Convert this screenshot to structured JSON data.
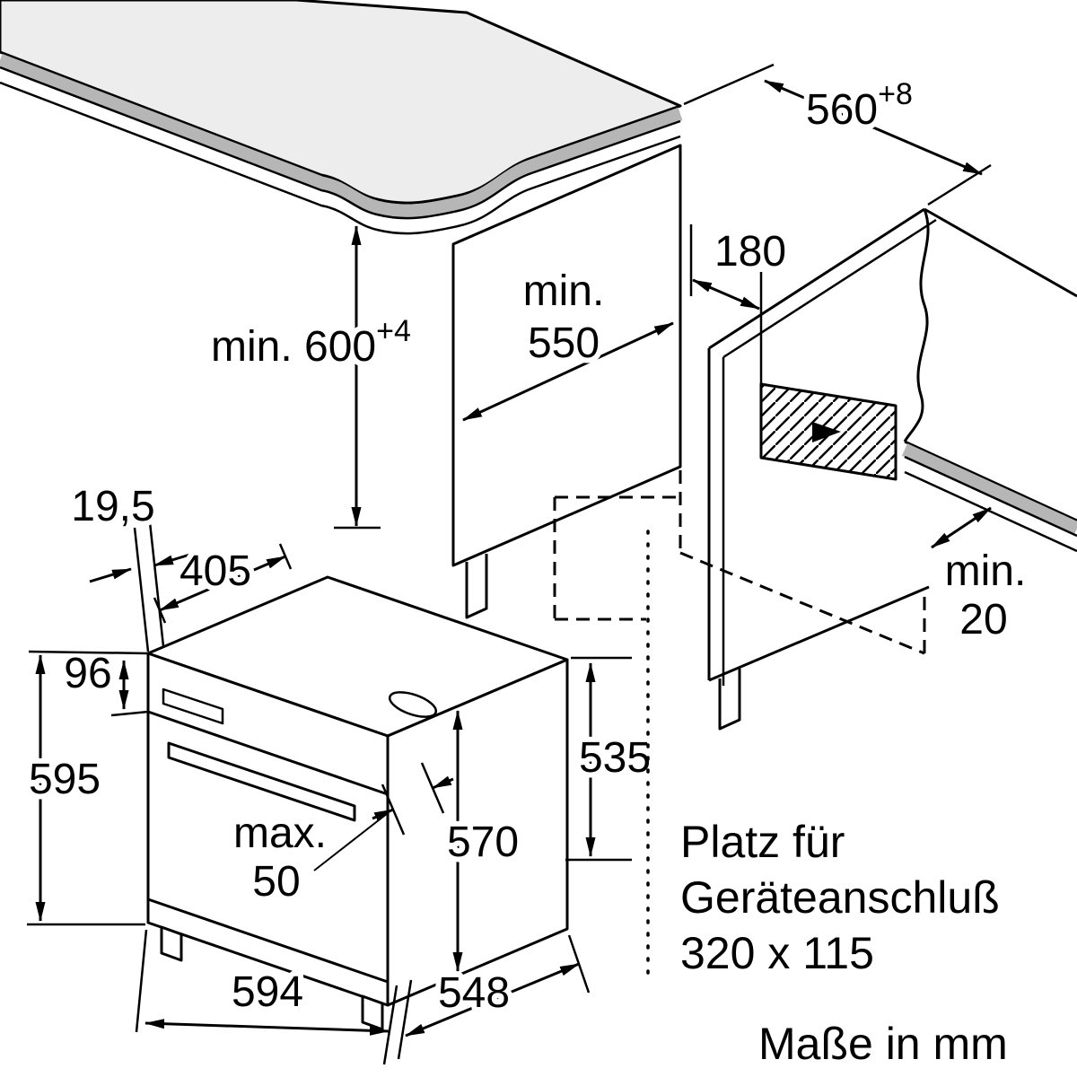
{
  "diagram": {
    "dimensions": {
      "niche_width": {
        "value": "560",
        "tolerance": "+8"
      },
      "connection_offset": "180",
      "niche_depth": {
        "prefix": "min.",
        "value": "550"
      },
      "niche_height": {
        "text": "min. 600",
        "tolerance": "+4"
      },
      "frame_offset": "19,5",
      "top_depth": "405",
      "panel_height": "96",
      "oven_height": "595",
      "handle_protrusion": {
        "line1": "max.",
        "line2": "50"
      },
      "door_height": "570",
      "rear_height": "535",
      "oven_width": "594",
      "oven_depth": "548",
      "rear_gap": {
        "line1": "min.",
        "line2": "20"
      }
    },
    "connection_note": {
      "line1": "Platz für",
      "line2": "Geräteanschluß",
      "line3": "320 x 115"
    },
    "footer": "Maße in mm",
    "colors": {
      "line": "#000000",
      "worktop_fill": "#ededed",
      "edge_stripe": "#b6b6b6",
      "background": "#ffffff"
    }
  }
}
